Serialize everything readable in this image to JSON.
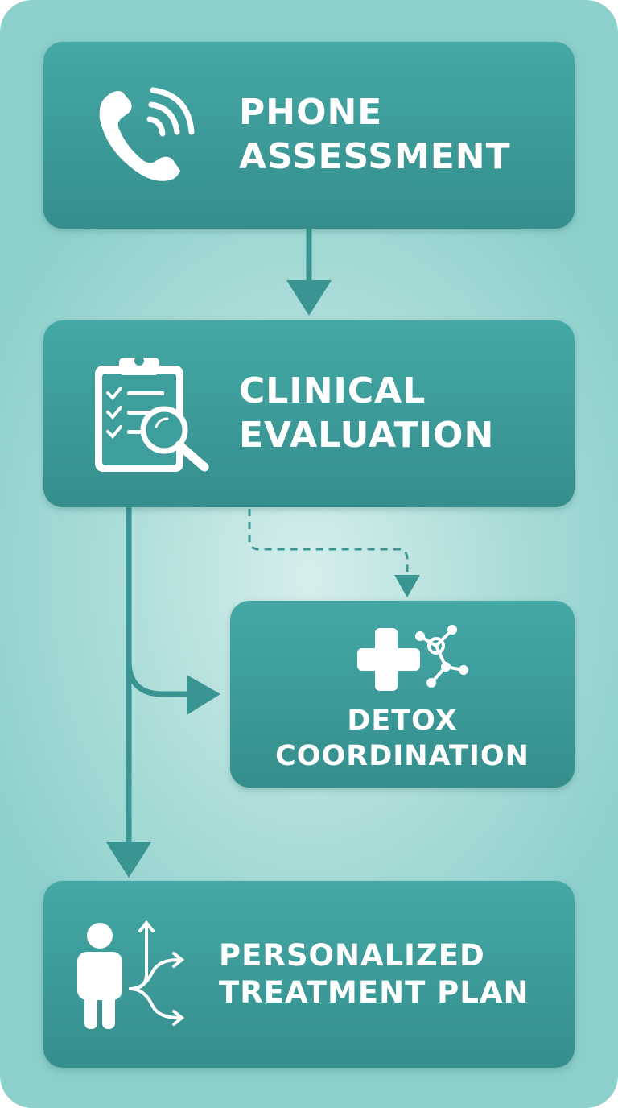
{
  "steps": [
    {
      "id": "phone",
      "line1": "PHONE",
      "line2": "ASSESSMENT",
      "icon": "phone-icon"
    },
    {
      "id": "clinical",
      "line1": "CLINICAL",
      "line2": "EVALUATION",
      "icon": "clipboard-search-icon"
    },
    {
      "id": "detox",
      "line1": "DETOX",
      "line2": "COORDINATION",
      "icon": "medical-cross-molecule-icon"
    },
    {
      "id": "plan",
      "line1": "PERSONALIZED",
      "line2": "TREATMENT PLAN",
      "icon": "person-branching-arrows-icon"
    }
  ],
  "colors": {
    "box": "#3e9e9b",
    "arrow": "#3a9592",
    "text": "#ffffff"
  }
}
